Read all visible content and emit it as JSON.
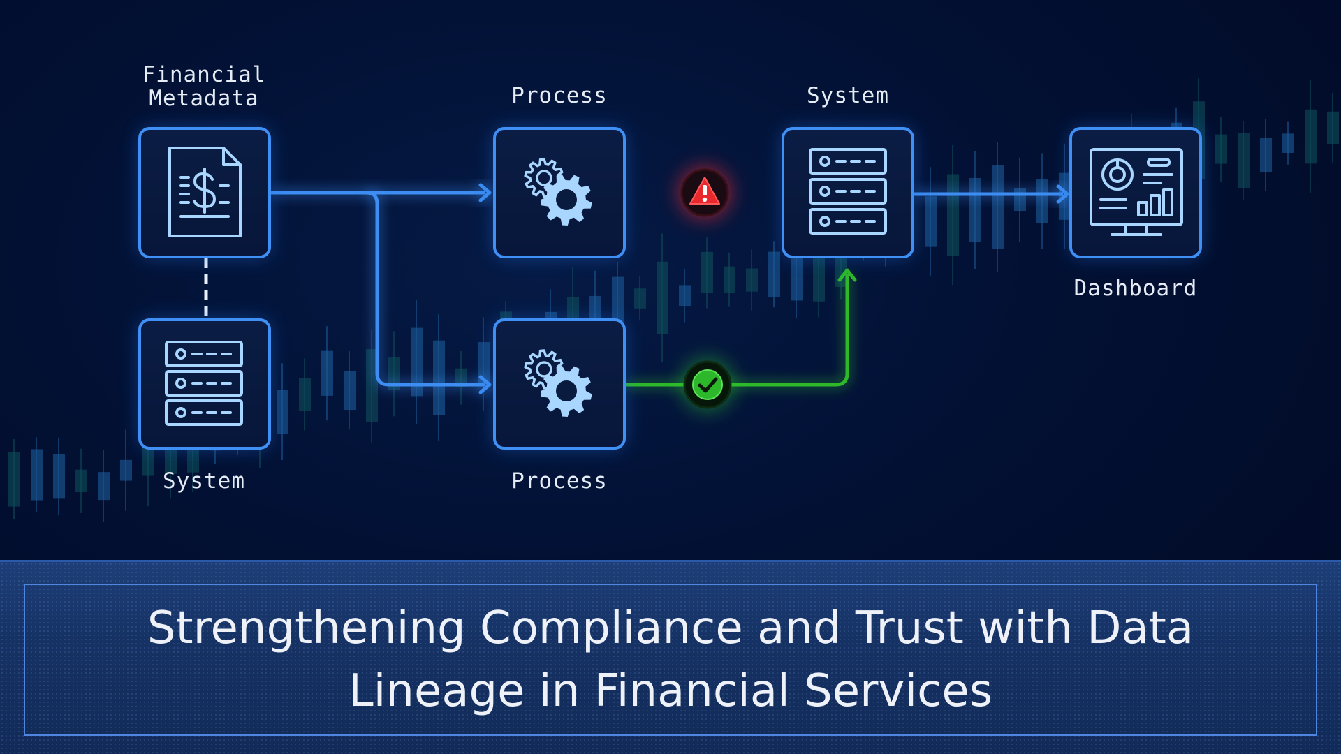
{
  "diagram": {
    "nodes": [
      {
        "id": "financial-metadata",
        "label_lines": [
          "Financial",
          "Metadata"
        ],
        "icon": "financial-document-icon"
      },
      {
        "id": "system-left",
        "label_lines": [
          "System"
        ],
        "icon": "server-rack-icon"
      },
      {
        "id": "process-top",
        "label_lines": [
          "Process"
        ],
        "icon": "gears-icon"
      },
      {
        "id": "process-bottom",
        "label_lines": [
          "Process"
        ],
        "icon": "gears-icon"
      },
      {
        "id": "system-right",
        "label_lines": [
          "System"
        ],
        "icon": "server-rack-icon"
      },
      {
        "id": "dashboard",
        "label_lines": [
          "Dashboard"
        ],
        "icon": "dashboard-monitor-icon"
      }
    ],
    "connections": [
      {
        "from": "financial-metadata",
        "to": "system-left",
        "style": "dashed"
      },
      {
        "from": "financial-metadata",
        "to": "process-top",
        "style": "arrow"
      },
      {
        "from": "financial-metadata",
        "to": "process-bottom",
        "style": "arrow"
      },
      {
        "from": "process-top",
        "to": "system-right",
        "style": "error",
        "status_icon": "warning-icon"
      },
      {
        "from": "process-bottom",
        "to": "system-right",
        "style": "success",
        "status_icon": "checkmark-icon"
      },
      {
        "from": "system-right",
        "to": "dashboard",
        "style": "arrow"
      }
    ],
    "colors": {
      "node_border": "#3f8ff5",
      "icon_stroke": "#a9d6ff",
      "flow_blue": "#3d8df2",
      "error_red": "#e0262b",
      "success_green": "#2fb82c",
      "background": "#021033"
    }
  },
  "title": {
    "text": "Strengthening Compliance and Trust with Data Lineage in Financial Services"
  }
}
